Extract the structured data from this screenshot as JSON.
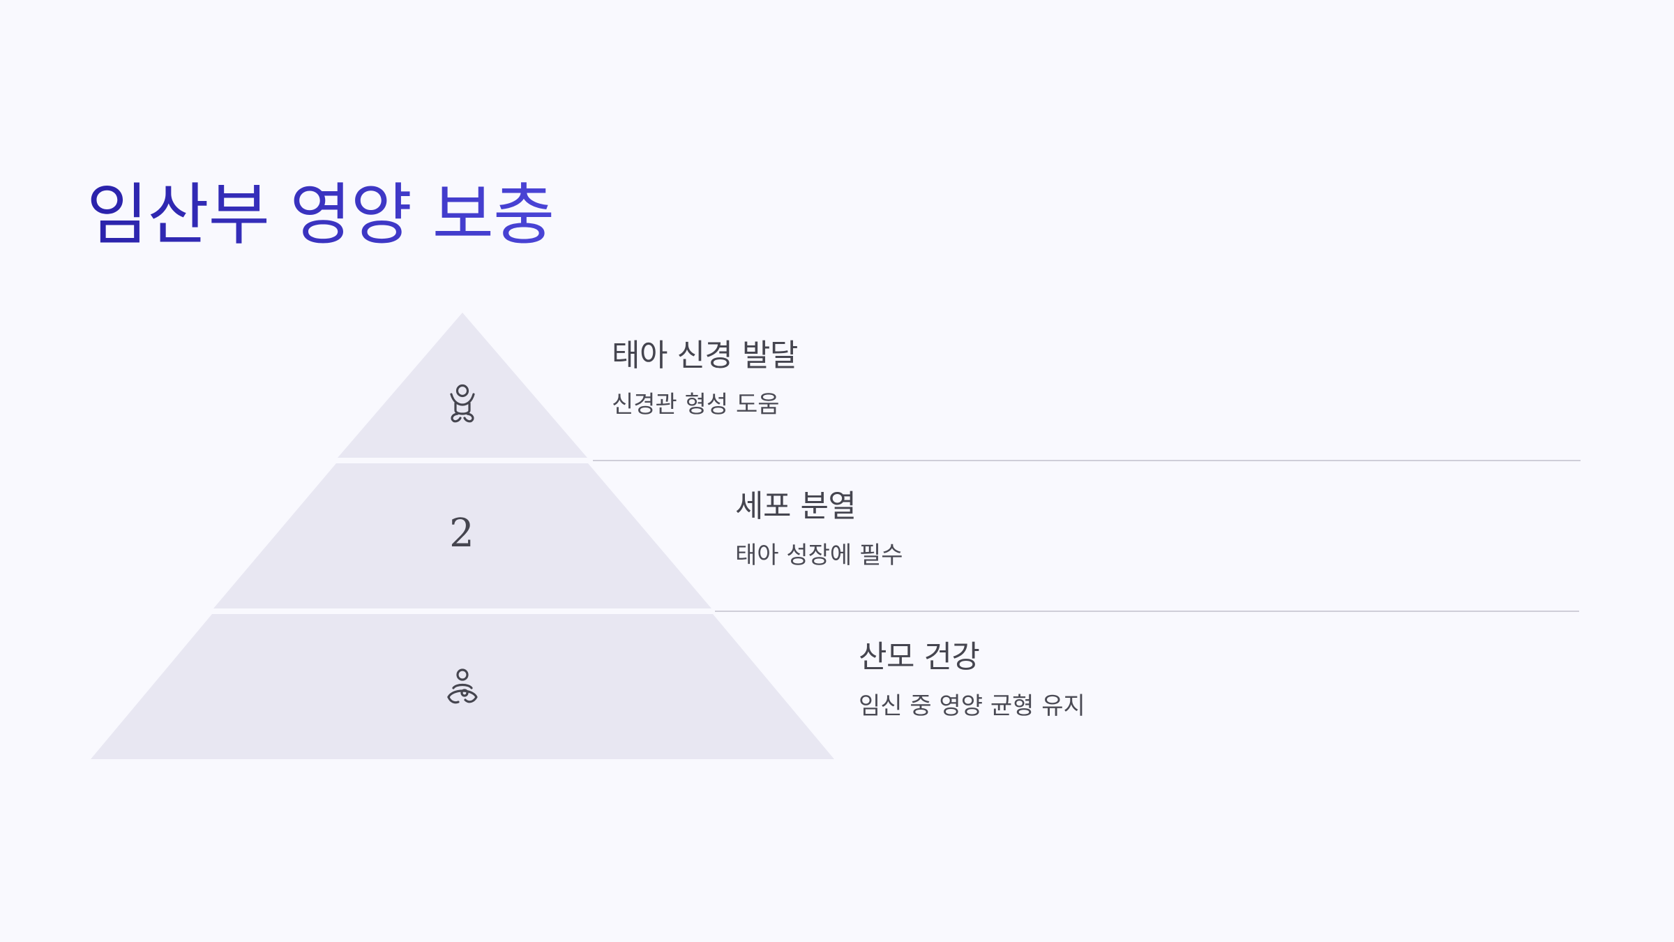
{
  "title": "임산부 영양 보충",
  "tiers": [
    {
      "icon": "baby-icon",
      "title": "태아 신경 발달",
      "description": "신경관 형성 도움"
    },
    {
      "marker": "2",
      "title": "세포 분열",
      "description": "태아 성장에 필수"
    },
    {
      "icon": "pregnant-woman-icon",
      "title": "산모 건강",
      "description": "임신 중 영양 균형 유지"
    }
  ],
  "colors": {
    "title": "#3b33c4",
    "tier_fill": "#e8e7f2",
    "text": "#45454f",
    "divider": "#cfced8",
    "background": "#f9f9fe"
  }
}
